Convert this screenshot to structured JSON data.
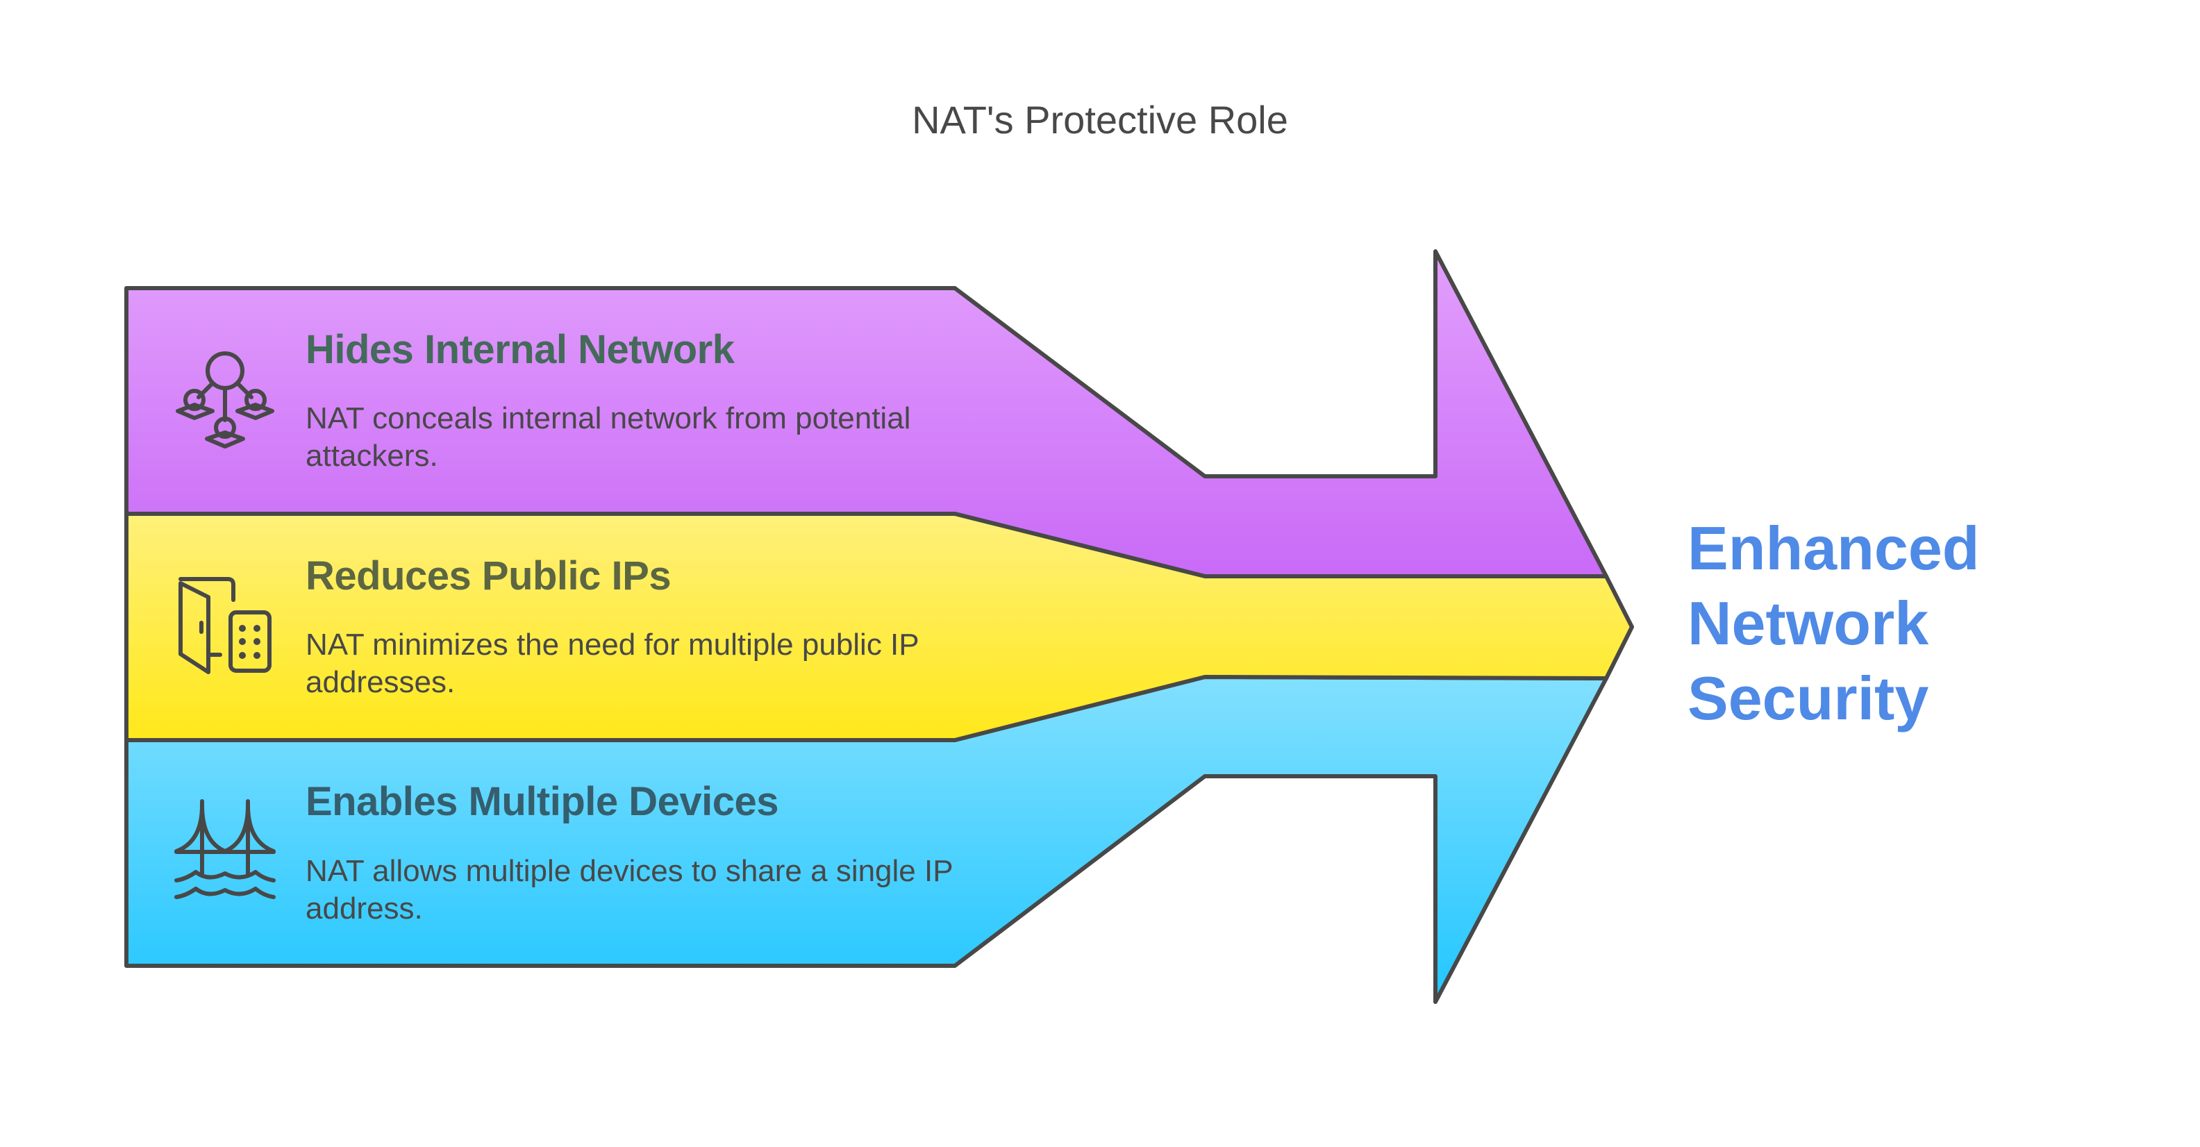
{
  "title": "NAT's Protective Role",
  "sections": [
    {
      "title": "Hides Internal Network",
      "description": "NAT conceals internal network from potential attackers.",
      "icon": "network-hierarchy-icon",
      "title_color": "#446a5a",
      "fill_top": "#e29ffc",
      "fill_bottom": "#c96af7"
    },
    {
      "title": "Reduces Public IPs",
      "description": "NAT minimizes the need for multiple public IP addresses.",
      "icon": "door-keypad-icon",
      "title_color": "#5c6642",
      "fill_top": "#fff07a",
      "fill_bottom": "#ffe81a"
    },
    {
      "title": "Enables Multiple Devices",
      "description": "NAT allows multiple devices to share a single IP address.",
      "icon": "bridge-icon",
      "title_color": "#355e6e",
      "fill_top": "#82e0ff",
      "fill_bottom": "#22c6ff"
    }
  ],
  "outcome": {
    "lines": [
      "Enhanced",
      "Network",
      "Security"
    ],
    "color": "#4f8ae6"
  },
  "stroke_color": "#484848"
}
